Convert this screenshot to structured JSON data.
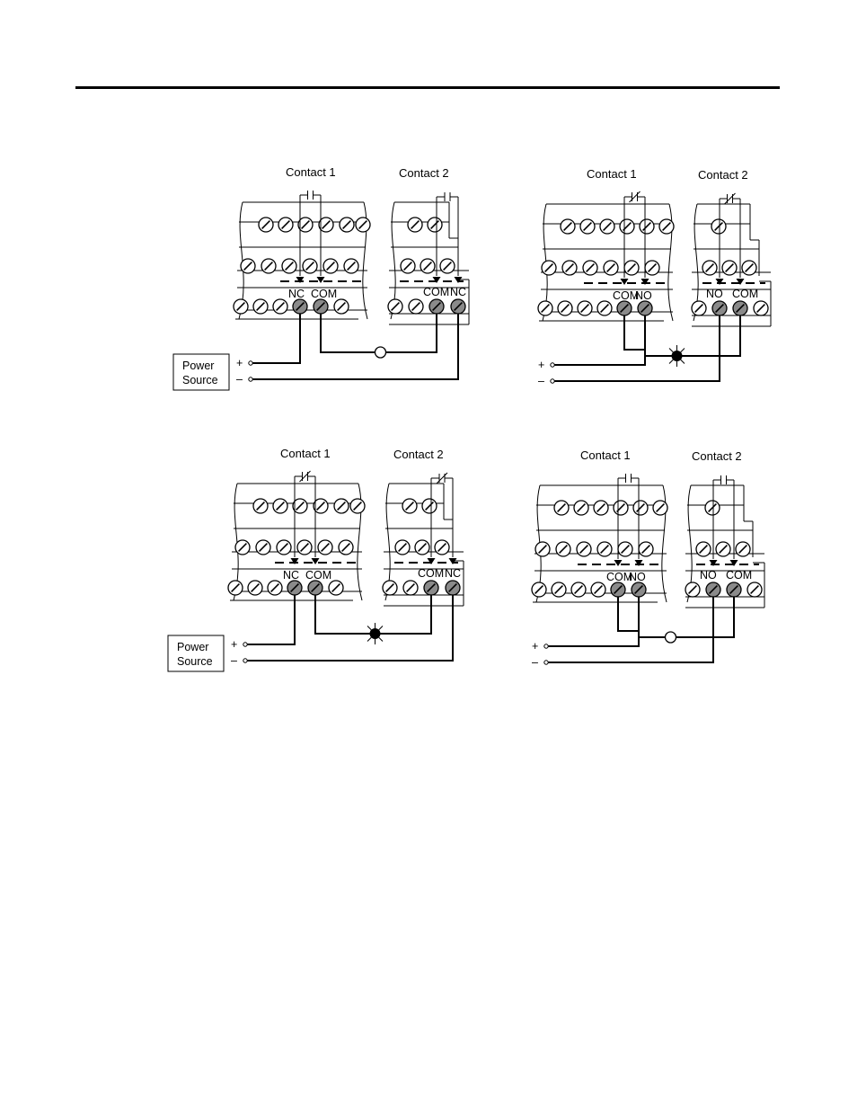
{
  "panels": [
    {
      "id": "panel-top-left",
      "contact1_label": "Contact 1",
      "contact2_label": "Contact 2",
      "contact1_symbol": "open",
      "contact2_symbol": "open",
      "left_terminals": [
        "NC",
        "COM"
      ],
      "right_terminals": [
        "COM",
        "NC"
      ],
      "power_source": [
        "Power",
        "Source"
      ],
      "plus": "+",
      "minus": "–",
      "lamp": "off"
    },
    {
      "id": "panel-top-right",
      "contact1_label": "Contact 1",
      "contact2_label": "Contact 2",
      "contact1_symbol": "closed",
      "contact2_symbol": "closed",
      "left_terminals": [
        "COM",
        "NO"
      ],
      "right_terminals": [
        "NO",
        "COM"
      ],
      "power_source": null,
      "plus": "+",
      "minus": "–",
      "lamp": "on"
    },
    {
      "id": "panel-bottom-left",
      "contact1_label": "Contact 1",
      "contact2_label": "Contact 2",
      "contact1_symbol": "closed",
      "contact2_symbol": "closed",
      "left_terminals": [
        "NC",
        "COM"
      ],
      "right_terminals": [
        "COM",
        "NC"
      ],
      "power_source": [
        "Power",
        "Source"
      ],
      "plus": "+",
      "minus": "–",
      "lamp": "on"
    },
    {
      "id": "panel-bottom-right",
      "contact1_label": "Contact 1",
      "contact2_label": "Contact 2",
      "contact1_symbol": "open",
      "contact2_symbol": "open",
      "left_terminals": [
        "COM",
        "NO"
      ],
      "right_terminals": [
        "NO",
        "COM"
      ],
      "power_source": null,
      "plus": "+",
      "minus": "–",
      "lamp": "off"
    }
  ]
}
